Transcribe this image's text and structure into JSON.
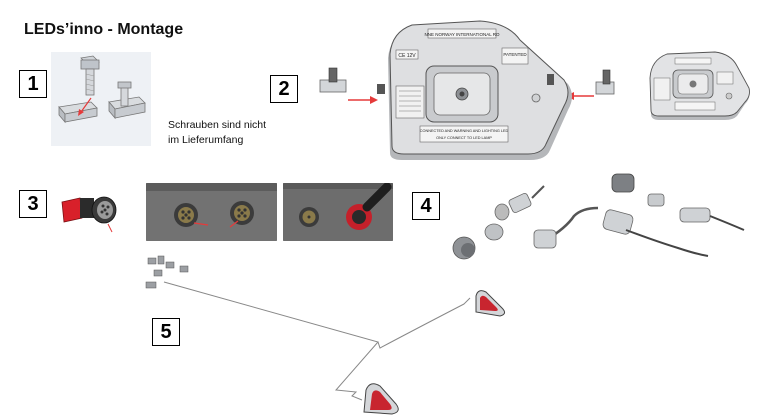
{
  "title": "LEDs’inno - Montage",
  "steps": [
    "1",
    "2",
    "3",
    "4",
    "5"
  ],
  "note": {
    "line1": "Schrauben sind nicht",
    "line2": "im Lieferumfang"
  },
  "lamp_large": {
    "label_top": "NNE NORWAY INTERNATIONAL RO",
    "label_left": "CE 12V",
    "label_right": "PATENTED",
    "label_bottom_1": "CONNECTED AND WARNING AND LIGHTING LED",
    "label_bottom_2": "ONLY CONNECT TO LED LAMP"
  },
  "colors": {
    "arrow": "#e53a3a",
    "connector_red": "#d8202a",
    "photo_bg": "#6f6f6f",
    "lamp_body": "#d9d9d9",
    "lamp_lens": "#c8252f"
  }
}
